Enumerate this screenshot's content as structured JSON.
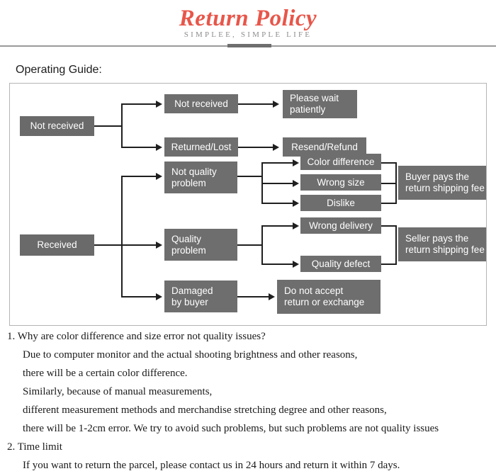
{
  "header": {
    "title": "Return Policy",
    "subtitle": "SIMPLEE, SIMPLE LIFE"
  },
  "guide": {
    "label": "Operating Guide:"
  },
  "flowchart": {
    "nodes": {
      "not_received_root": "Not received",
      "not_received_branch": "Not received",
      "returned_lost": "Returned/Lost",
      "please_wait": "Please wait\npatiently",
      "resend_refund": "Resend/Refund",
      "received_root": "Received",
      "not_quality_problem": "Not quality\nproblem",
      "quality_problem": "Quality\nproblem",
      "damaged_by_buyer": "Damaged\nby buyer",
      "color_difference": "Color difference",
      "wrong_size": "Wrong size",
      "dislike": "Dislike",
      "wrong_delivery": "Wrong delivery",
      "quality_defect": "Quality defect",
      "buyer_pays": "Buyer pays the\nreturn shipping fee",
      "seller_pays": "Seller pays the\nreturn shipping fee",
      "do_not_accept": "Do not accept\nreturn or exchange"
    }
  },
  "notes": [
    {
      "number": "1.",
      "heading": "Why are color difference and size error not quality issues?",
      "lines": [
        "Due to computer monitor and the actual shooting brightness and other reasons,",
        "there will be a certain color difference.",
        "Similarly, because of manual measurements,",
        "different measurement methods and merchandise stretching degree and other reasons,",
        "there will be 1-2cm error. We try to avoid such problems, but such problems are not quality issues"
      ]
    },
    {
      "number": "2.",
      "heading": "Time limit",
      "lines": [
        "If you want to return the parcel, please contact us in 24 hours and return it within 7 days."
      ]
    }
  ],
  "colors": {
    "brand": "#e8564a",
    "node_fill": "#6e6e6e",
    "subtitle": "#8d8d8d",
    "connector": "#1f1f1f"
  }
}
